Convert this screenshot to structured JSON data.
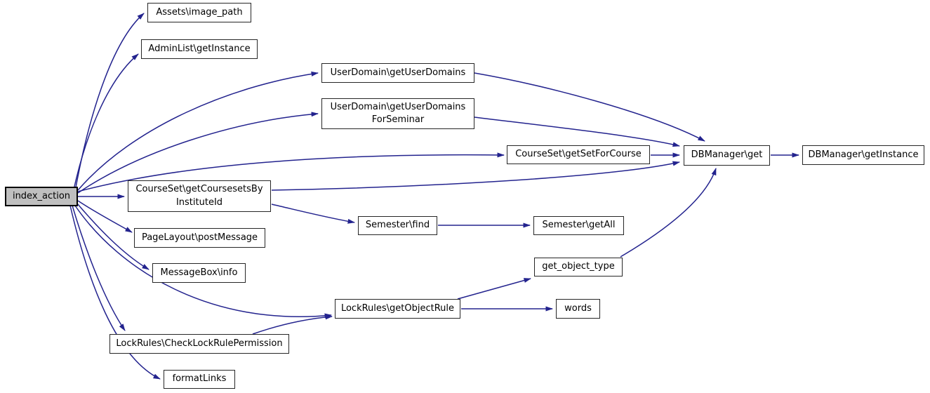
{
  "diagram": {
    "type": "call-graph",
    "background_color": "#ffffff",
    "edge_color": "#23238E",
    "node_border_color": "#262626",
    "node_fill_color": "#ffffff",
    "selected_node_fill": "#bfbfbf",
    "nodes": [
      {
        "id": "index_action",
        "label": "index_action",
        "lines": [
          "index_action"
        ],
        "selected": true
      },
      {
        "id": "assets_image_path",
        "label": "Assets\\image_path",
        "lines": [
          "Assets\\image_path"
        ]
      },
      {
        "id": "adminlist_getinstance",
        "label": "AdminList\\getInstance",
        "lines": [
          "AdminList\\getInstance"
        ]
      },
      {
        "id": "userdomain_getuserdomains",
        "label": "UserDomain\\getUserDomains",
        "lines": [
          "UserDomain\\getUserDomains"
        ]
      },
      {
        "id": "userdomain_getuserdomains_forseminar",
        "label": "UserDomain\\getUserDomainsForSeminar",
        "lines": [
          "UserDomain\\getUserDomains",
          "ForSeminar"
        ]
      },
      {
        "id": "courseset_getsetforcourse",
        "label": "CourseSet\\getSetForCourse",
        "lines": [
          "CourseSet\\getSetForCourse"
        ]
      },
      {
        "id": "dbmanager_get",
        "label": "DBManager\\get",
        "lines": [
          "DBManager\\get"
        ]
      },
      {
        "id": "dbmanager_getinstance",
        "label": "DBManager\\getInstance",
        "lines": [
          "DBManager\\getInstance"
        ]
      },
      {
        "id": "courseset_getcoursesetsby_instituteid",
        "label": "CourseSet\\getCoursesetsByInstituteId",
        "lines": [
          "CourseSet\\getCoursesetsBy",
          "InstituteId"
        ]
      },
      {
        "id": "pagelayout_postmessage",
        "label": "PageLayout\\postMessage",
        "lines": [
          "PageLayout\\postMessage"
        ]
      },
      {
        "id": "semester_find",
        "label": "Semester\\find",
        "lines": [
          "Semester\\find"
        ]
      },
      {
        "id": "semester_getall",
        "label": "Semester\\getAll",
        "lines": [
          "Semester\\getAll"
        ]
      },
      {
        "id": "get_object_type",
        "label": "get_object_type",
        "lines": [
          "get_object_type"
        ]
      },
      {
        "id": "messagebox_info",
        "label": "MessageBox\\info",
        "lines": [
          "MessageBox\\info"
        ]
      },
      {
        "id": "lockrules_getobjectrule",
        "label": "LockRules\\getObjectRule",
        "lines": [
          "LockRules\\getObjectRule"
        ]
      },
      {
        "id": "words",
        "label": "words",
        "lines": [
          "words"
        ]
      },
      {
        "id": "lockrules_checklockrulepermission",
        "label": "LockRules\\CheckLockRulePermission",
        "lines": [
          "LockRules\\CheckLockRulePermission"
        ]
      },
      {
        "id": "formatlinks",
        "label": "formatLinks",
        "lines": [
          "formatLinks"
        ]
      }
    ],
    "edges": [
      {
        "from": "index_action",
        "to": "assets_image_path"
      },
      {
        "from": "index_action",
        "to": "adminlist_getinstance"
      },
      {
        "from": "index_action",
        "to": "userdomain_getuserdomains"
      },
      {
        "from": "index_action",
        "to": "userdomain_getuserdomains_forseminar"
      },
      {
        "from": "index_action",
        "to": "courseset_getsetforcourse"
      },
      {
        "from": "index_action",
        "to": "courseset_getcoursesetsby_instituteid"
      },
      {
        "from": "index_action",
        "to": "pagelayout_postmessage"
      },
      {
        "from": "index_action",
        "to": "messagebox_info"
      },
      {
        "from": "index_action",
        "to": "lockrules_getobjectrule"
      },
      {
        "from": "index_action",
        "to": "lockrules_checklockrulepermission"
      },
      {
        "from": "index_action",
        "to": "formatlinks"
      },
      {
        "from": "userdomain_getuserdomains",
        "to": "dbmanager_get"
      },
      {
        "from": "userdomain_getuserdomains_forseminar",
        "to": "dbmanager_get"
      },
      {
        "from": "courseset_getsetforcourse",
        "to": "dbmanager_get"
      },
      {
        "from": "dbmanager_get",
        "to": "dbmanager_getinstance"
      },
      {
        "from": "courseset_getcoursesetsby_instituteid",
        "to": "semester_find"
      },
      {
        "from": "courseset_getcoursesetsby_instituteid",
        "to": "dbmanager_get"
      },
      {
        "from": "semester_find",
        "to": "semester_getall"
      },
      {
        "from": "lockrules_getobjectrule",
        "to": "get_object_type"
      },
      {
        "from": "lockrules_getobjectrule",
        "to": "words"
      },
      {
        "from": "lockrules_checklockrulepermission",
        "to": "lockrules_getobjectrule"
      },
      {
        "from": "get_object_type",
        "to": "dbmanager_get"
      }
    ]
  }
}
